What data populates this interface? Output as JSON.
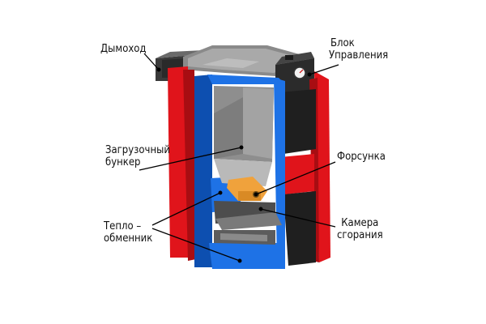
{
  "labels": {
    "flue": "Дымоход",
    "control_unit": [
      "Блок",
      "Управления"
    ],
    "hopper": [
      "Загрузочный",
      "бункер"
    ],
    "nozzle": "Форсунка",
    "heat_exchanger": [
      "Тепло –",
      "обменник"
    ],
    "combustion_chamber": [
      "Камера",
      "сгорания"
    ]
  },
  "colors": {
    "casing": "#e0141b",
    "casing_dark": "#a80d12",
    "exchanger": "#1e72e6",
    "exchanger_dark": "#0d4fb0",
    "hopper_wall": "#8e8e8e",
    "hopper_inner": "#b9b9b9",
    "top_panel": "#9a9a9a",
    "control_box": "#2b2b2b",
    "burner": "#f0a23c",
    "leader_lines": "#000000"
  },
  "icons": {
    "gauge": "pressure-gauge-icon"
  }
}
